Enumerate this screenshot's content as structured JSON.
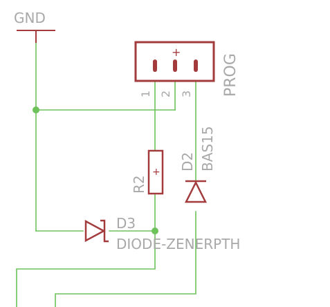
{
  "colors": {
    "wire": "#6dc25a",
    "symbol": "#a33a3c",
    "label": "#a8a8a8",
    "background": "#ffffff"
  },
  "labels": {
    "gnd": "GND",
    "connector_name": "PROG",
    "connector_pin_mark": "+",
    "pin1": "1",
    "pin2": "2",
    "pin3": "3",
    "d2_name": "D2",
    "d2_value": "BAS15",
    "r2_name": "R2",
    "r2_mark": "+",
    "d3_name": "D3",
    "d3_value": "DIODE-ZENERPTH"
  }
}
